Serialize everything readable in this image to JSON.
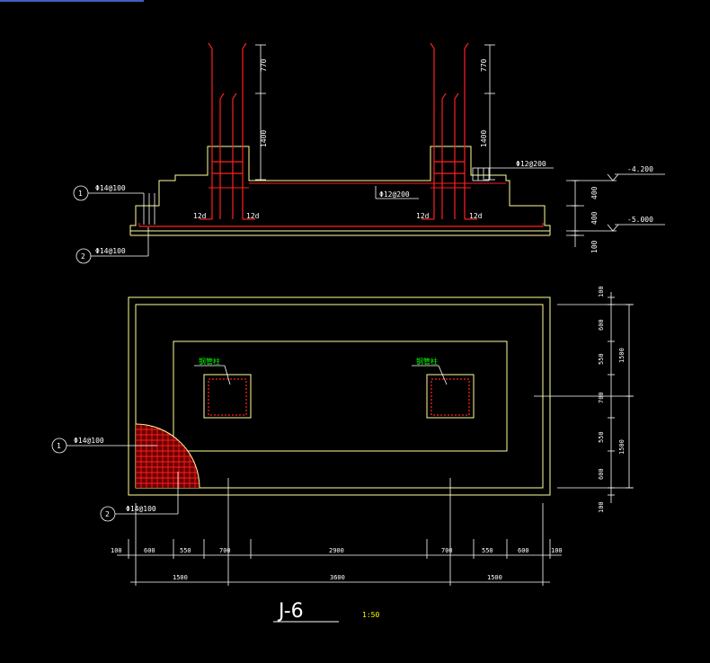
{
  "elevation": {
    "col_heights": [
      "770",
      "1400"
    ],
    "rebar_side": "Φ12@200",
    "rebar_mid": "Φ12@200",
    "anchor": "12d",
    "callouts": [
      {
        "num": "1",
        "text": "Φ14@100"
      },
      {
        "num": "2",
        "text": "Φ14@100"
      }
    ],
    "levels": [
      "-4.200",
      "-5.000"
    ],
    "level_dims": [
      "400",
      "400",
      "100"
    ]
  },
  "plan": {
    "column_label": "钢管柱",
    "callouts": [
      {
        "num": "1",
        "text": "Φ14@100"
      },
      {
        "num": "2",
        "text": "Φ14@100"
      }
    ],
    "right_dims_inner": [
      "100",
      "600",
      "550",
      "700",
      "550",
      "600",
      "100"
    ],
    "right_dims_outer": [
      "1500",
      "1500"
    ],
    "bottom_dims_inner": [
      "100",
      "600",
      "550",
      "700",
      "2900",
      "700",
      "550",
      "600",
      "100"
    ],
    "bottom_dims_outer": [
      "1500",
      "3600",
      "1500"
    ]
  },
  "title": {
    "name": "J-6",
    "scale": "1:50"
  },
  "colors": {
    "background": "#000000",
    "outline": "#ffff99",
    "rebar": "#ff2020",
    "dimension": "#ffffff",
    "column_label": "#00ff00"
  }
}
